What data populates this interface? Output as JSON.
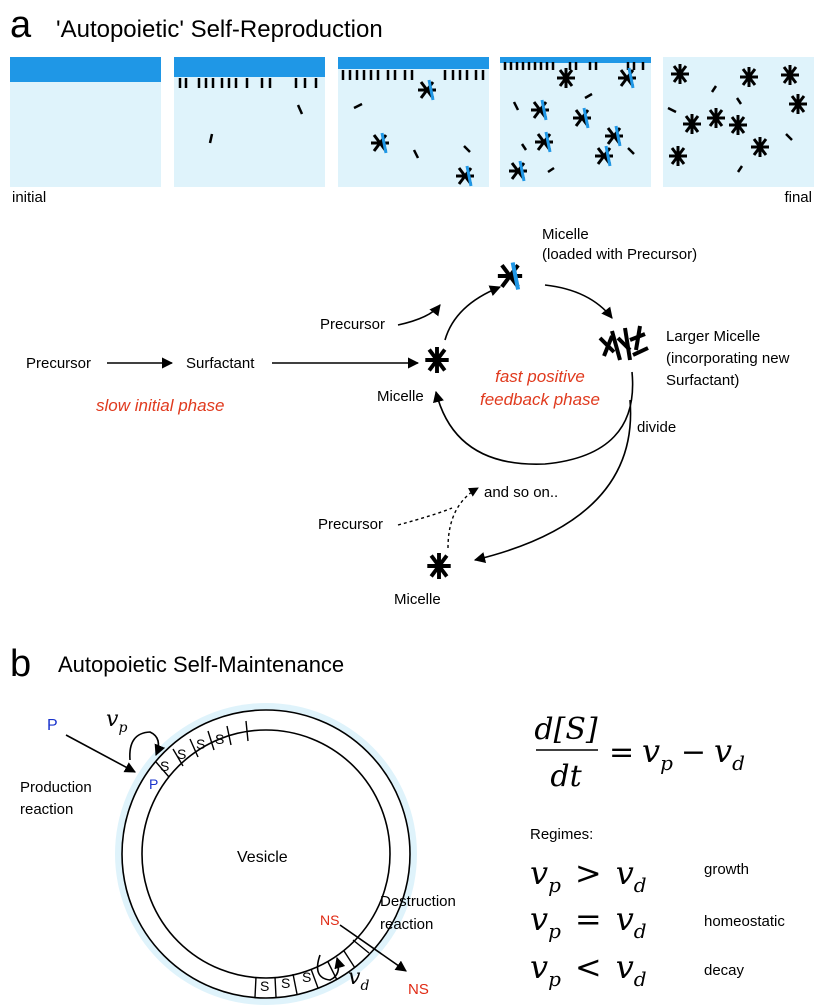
{
  "panel_a": {
    "letter": "a",
    "title": "'Autopoietic' Self-Reproduction",
    "frame_initial": "initial",
    "frame_final": "final",
    "precursor_left": "Precursor",
    "surfactant": "Surfactant",
    "slow_phase": "slow initial phase",
    "micelle_cycle": "Micelle",
    "precursor_top": "Precursor",
    "micelle_loaded_1": "Micelle",
    "micelle_loaded_2": "(loaded with Precursor)",
    "larger_1": "Larger Micelle",
    "larger_2": "(incorporating new",
    "larger_3": "Surfactant)",
    "fast_1": "fast positive",
    "fast_2": "feedback phase",
    "divide": "divide",
    "and_so_on": "and so on..",
    "precursor_bottom": "Precursor",
    "micelle_bottom": "Micelle"
  },
  "panel_b": {
    "letter": "b",
    "title": "Autopoietic Self-Maintenance",
    "p_label": "P",
    "vp": "v",
    "vp_sub": "p",
    "production_1": "Production",
    "production_2": "reaction",
    "s": "S",
    "p_inner": "P",
    "vesicle": "Vesicle",
    "ns_inner": "NS",
    "ns_outer": "NS",
    "destruction_1": "Destruction",
    "destruction_2": "reaction",
    "vd": "v",
    "vd_sub": "d",
    "equation": {
      "numerator": "d[S]",
      "denominator": "dt",
      "rhs_v1": "v",
      "rhs_s1": "p",
      "rhs_op": "−",
      "rhs_v2": "v",
      "rhs_s2": "d"
    },
    "regimes_title": "Regimes:",
    "regimes": [
      {
        "op": ">",
        "label": "growth"
      },
      {
        "op": "=",
        "label": "homeostatic"
      },
      {
        "op": "<",
        "label": "decay"
      }
    ]
  },
  "colors": {
    "light_blue": "#dff3fb",
    "surfactant_blue": "#1f97e6",
    "red_text": "#e03a1e",
    "p_blue": "#1a33cc",
    "ns_red": "#e02a14"
  }
}
